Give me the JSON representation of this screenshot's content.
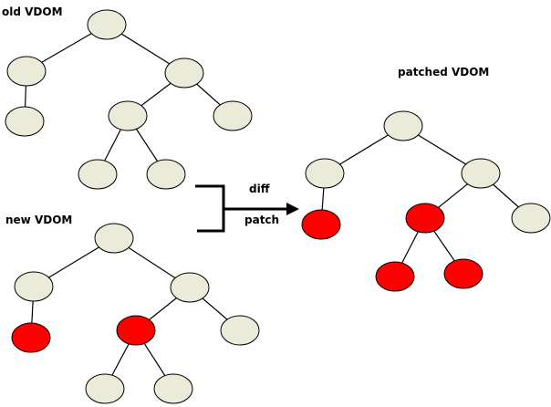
{
  "labels": {
    "old_vdom": "old VDOM",
    "new_vdom": "new VDOM",
    "patched_vdom": "patched VDOM",
    "diff": "diff",
    "patch": "patch"
  },
  "colors": {
    "unchanged_node": "#ebebd9",
    "changed_node": "#ff0000",
    "stroke": "#000000"
  },
  "trees": [
    {
      "name": "old-vdom-tree",
      "nodes": [
        {
          "id": "root",
          "state": "unchanged"
        },
        {
          "id": "left",
          "state": "unchanged"
        },
        {
          "id": "left-child",
          "state": "unchanged"
        },
        {
          "id": "right",
          "state": "unchanged"
        },
        {
          "id": "right-left",
          "state": "unchanged"
        },
        {
          "id": "right-right",
          "state": "unchanged"
        },
        {
          "id": "right-left-left",
          "state": "unchanged"
        },
        {
          "id": "right-left-right",
          "state": "unchanged"
        }
      ]
    },
    {
      "name": "new-vdom-tree",
      "nodes": [
        {
          "id": "root",
          "state": "unchanged"
        },
        {
          "id": "left",
          "state": "unchanged"
        },
        {
          "id": "left-child",
          "state": "changed"
        },
        {
          "id": "right",
          "state": "unchanged"
        },
        {
          "id": "right-left",
          "state": "changed"
        },
        {
          "id": "right-right",
          "state": "unchanged"
        },
        {
          "id": "right-left-left",
          "state": "unchanged"
        },
        {
          "id": "right-left-right",
          "state": "unchanged"
        }
      ]
    },
    {
      "name": "patched-vdom-tree",
      "nodes": [
        {
          "id": "root",
          "state": "unchanged"
        },
        {
          "id": "left",
          "state": "unchanged"
        },
        {
          "id": "left-child",
          "state": "changed"
        },
        {
          "id": "right",
          "state": "unchanged"
        },
        {
          "id": "right-left",
          "state": "changed"
        },
        {
          "id": "right-right",
          "state": "unchanged"
        },
        {
          "id": "right-left-left",
          "state": "changed"
        },
        {
          "id": "right-left-right",
          "state": "changed"
        }
      ]
    }
  ]
}
